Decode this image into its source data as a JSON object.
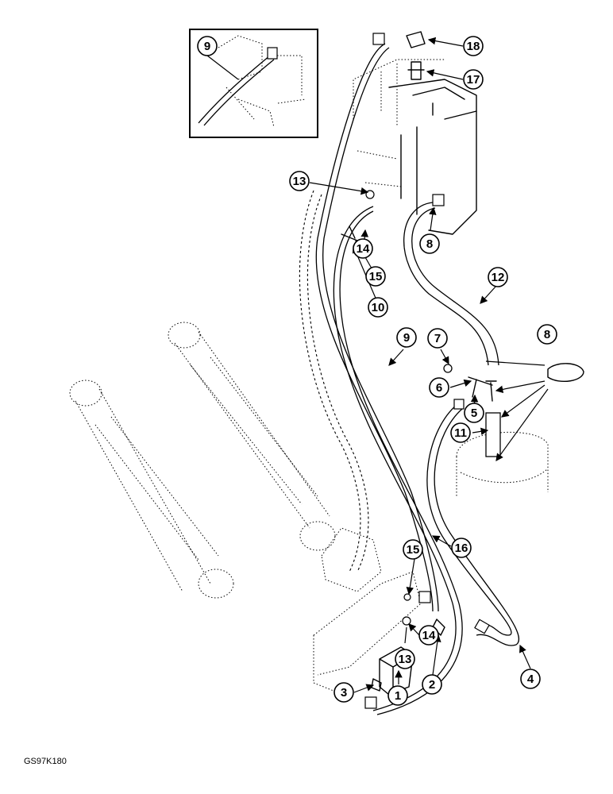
{
  "callouts": {
    "c1": "1",
    "c2": "2",
    "c3": "3",
    "c4": "4",
    "c5": "5",
    "c6": "6",
    "c7": "7",
    "c8a": "8",
    "c8b": "8",
    "c9a": "9",
    "c9b": "9",
    "c10": "10",
    "c11": "11",
    "c12": "12",
    "c13a": "13",
    "c13b": "13",
    "c14a": "14",
    "c14b": "14",
    "c15a": "15",
    "c15b": "15",
    "c16": "16",
    "c17": "17",
    "c18": "18"
  },
  "figure_code": "GS97K180"
}
